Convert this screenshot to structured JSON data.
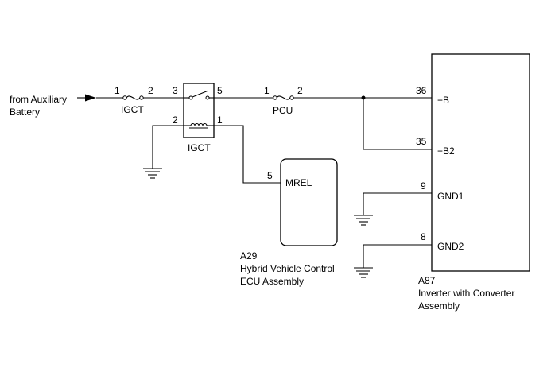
{
  "source": {
    "line1": "from Auxiliary",
    "line2": "Battery"
  },
  "fuse_igct": {
    "label": "IGCT",
    "pin_in": "1",
    "pin_out": "2"
  },
  "relay_igct": {
    "label": "IGCT",
    "pin_3": "3",
    "pin_5": "5",
    "pin_2": "2",
    "pin_1": "1"
  },
  "fuse_pcu": {
    "label": "PCU",
    "pin_in": "1",
    "pin_out": "2"
  },
  "ecu": {
    "terminal": "MREL",
    "pin": "5",
    "code": "A29",
    "name_line1": "Hybrid Vehicle Control",
    "name_line2": "ECU Assembly"
  },
  "inverter": {
    "code": "A87",
    "name_line1": "Inverter with Converter",
    "name_line2": "Assembly",
    "terminals": [
      {
        "pin": "36",
        "name": "+B"
      },
      {
        "pin": "35",
        "name": "+B2"
      },
      {
        "pin": "9",
        "name": "GND1"
      },
      {
        "pin": "8",
        "name": "GND2"
      }
    ]
  }
}
